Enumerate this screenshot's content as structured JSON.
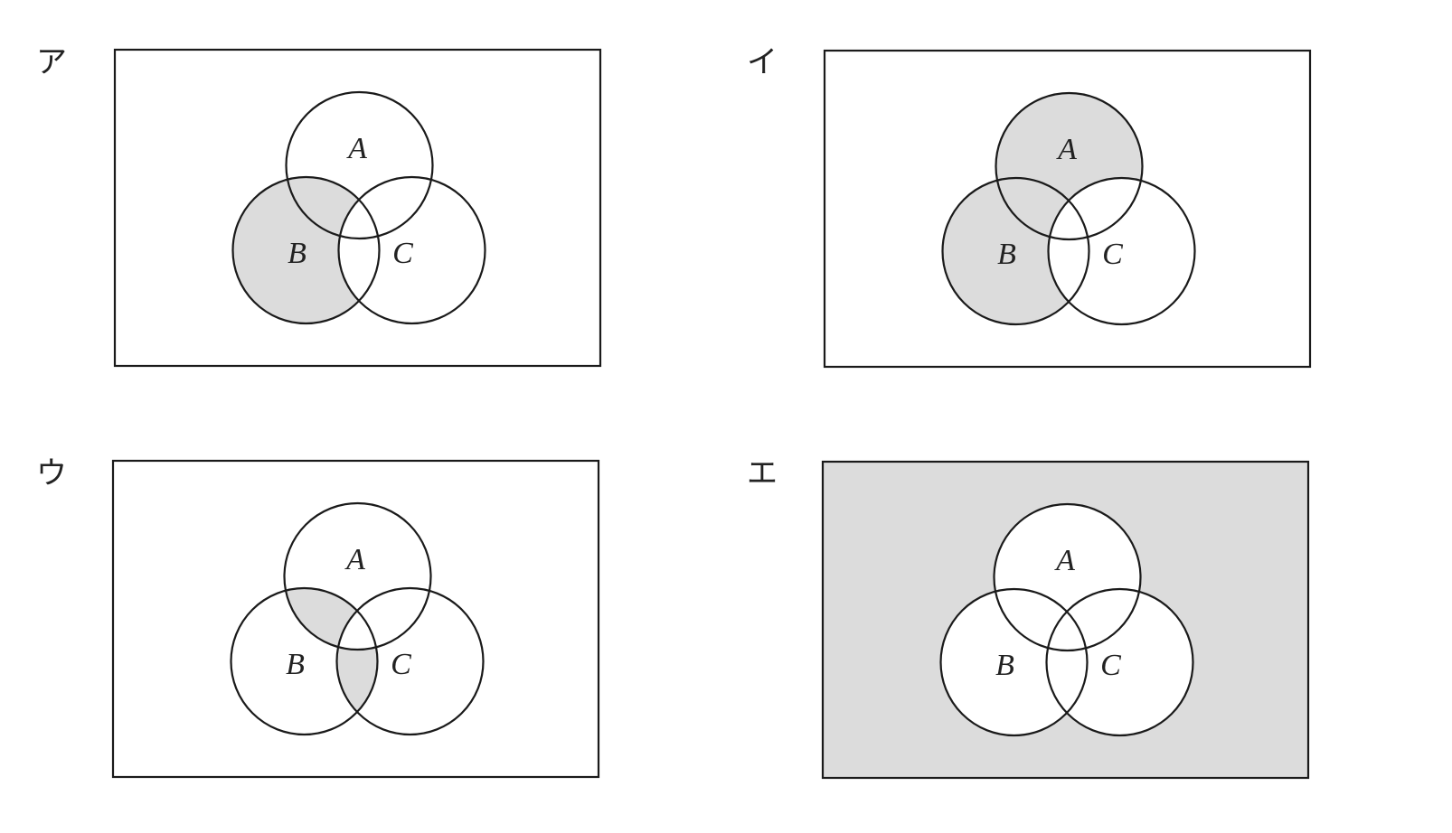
{
  "colors": {
    "shade": "#dcdcdc",
    "line": "#1a1a1a",
    "background": "#ffffff"
  },
  "panels": [
    {
      "label": "ア",
      "shaded_regions": [
        "B∩A'∩C'",
        "A∩B∩C'"
      ],
      "sets": {
        "A": "A",
        "B": "B",
        "C": "C"
      }
    },
    {
      "label": "イ",
      "shaded_regions": [
        "A∩B'∩C'",
        "A∩B∩C'",
        "B∩A'∩C'"
      ],
      "sets": {
        "A": "A",
        "B": "B",
        "C": "C"
      }
    },
    {
      "label": "ウ",
      "shaded_regions": [
        "A∩B∩C'",
        "B∩C∩A'"
      ],
      "sets": {
        "A": "A",
        "B": "B",
        "C": "C"
      }
    },
    {
      "label": "エ",
      "shaded_regions": [
        "outside"
      ],
      "sets": {
        "A": "A",
        "B": "B",
        "C": "C"
      }
    }
  ]
}
